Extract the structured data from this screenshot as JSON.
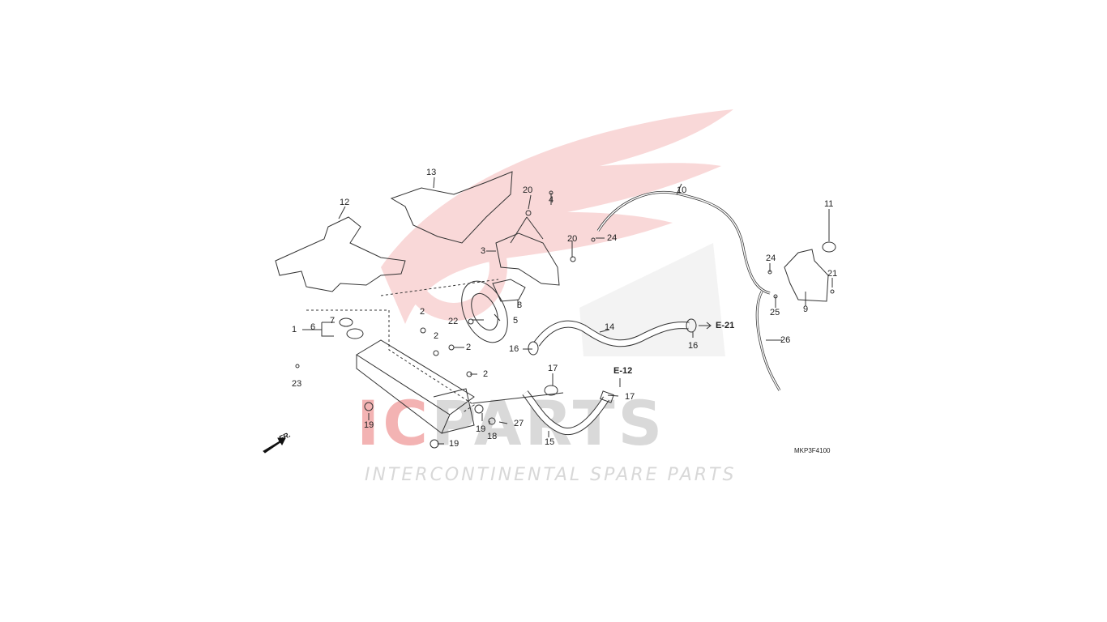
{
  "watermark": {
    "logo_prefix": "IC",
    "logo_suffix": "PARTS",
    "tagline": "INTERCONTINENTAL SPARE PARTS"
  },
  "diagram_code": "MKP3F4100",
  "direction_label": "FR.",
  "section_refs": {
    "ref_e21": "E-21",
    "ref_e12": "E-12"
  },
  "callouts": {
    "c1": "1",
    "c2a": "2",
    "c2b": "2",
    "c2c": "2",
    "c2d": "2",
    "c3": "3",
    "c4": "4",
    "c5": "5",
    "c6": "6",
    "c7": "7",
    "c8": "8",
    "c9": "9",
    "c10": "10",
    "c11": "11",
    "c12": "12",
    "c13": "13",
    "c14": "14",
    "c15": "15",
    "c16a": "16",
    "c16b": "16",
    "c17a": "17",
    "c17b": "17",
    "c18": "18",
    "c19a": "19",
    "c19b": "19",
    "c19c": "19",
    "c20a": "20",
    "c20b": "20",
    "c21": "21",
    "c22": "22",
    "c23": "23",
    "c24a": "24",
    "c24b": "24",
    "c25": "25",
    "c26": "26",
    "c27": "27"
  },
  "colors": {
    "watermark_red": "#f2b3b3",
    "watermark_gray": "#d9d9d9",
    "line": "#333333"
  }
}
